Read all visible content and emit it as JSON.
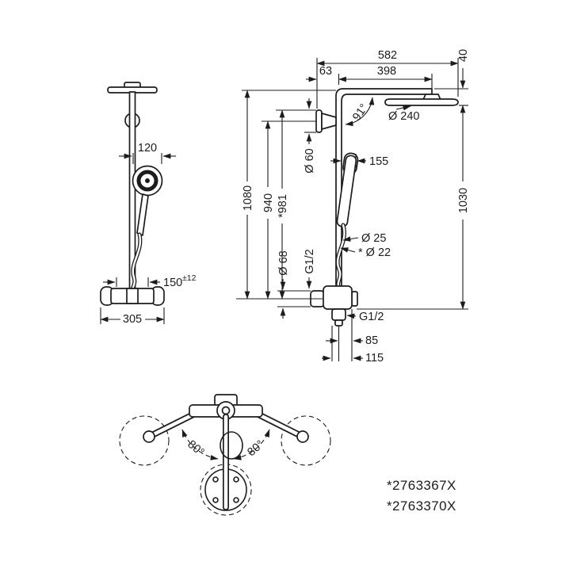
{
  "drawing": {
    "front_view": {
      "dim_120": "120",
      "dim_150": "150",
      "dim_150_tol": "±12",
      "dim_305": "305"
    },
    "side_view": {
      "dim_582": "582",
      "dim_63": "63",
      "dim_398": "398",
      "dim_40": "40",
      "angle": "91°",
      "dia_240": "Ø 240",
      "dia_60": "Ø 60",
      "dim_155": "155",
      "dim_1080": "1080",
      "dim_940": "940",
      "dim_981": "*981",
      "dim_1030": "1030",
      "dia_25": "Ø 25",
      "dia_22": "* Ø 22",
      "dia_68": "Ø 68",
      "thread_top": "G1/2",
      "thread_bottom": "G1/2",
      "dim_85": "85",
      "dim_115": "115"
    },
    "top_view": {
      "angle_left": "80°",
      "angle_right": "80°"
    },
    "part_numbers": [
      "*2763367X",
      "*2763370X"
    ]
  }
}
